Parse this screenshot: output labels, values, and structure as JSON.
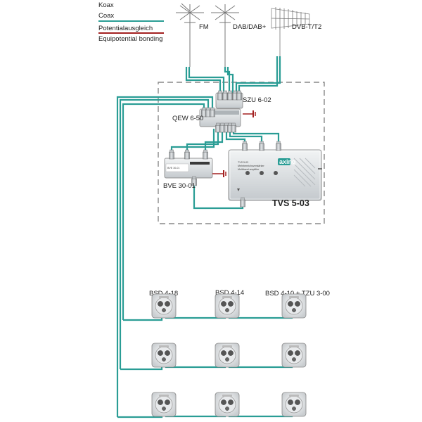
{
  "legend": {
    "koax": "Koax",
    "coax": "Coax",
    "potentialausgleich": "Potentialausgleich",
    "equipotential": "Equipotential bonding"
  },
  "antennas": {
    "fm": "FM",
    "dab": "DAB/DAB+",
    "dvbt": "DVB-T/T2"
  },
  "devices": {
    "szu": "SZU 6-02",
    "qew": "QEW 6-50",
    "bve": "BVE 30-01",
    "tvs": "TVS 5-03",
    "tvs_logo": "axing",
    "tvs_model": "TVS 5-03"
  },
  "outlets": {
    "row1_label1": "BSD 4-18",
    "row1_label2": "BSD 4-14",
    "row1_label3": "BSD 4-10 + TZU 3-00"
  },
  "colors": {
    "coax": "#2a9d95",
    "bonding": "#a32020",
    "device": "#d9dde0",
    "housing": "#8a8a8a"
  }
}
